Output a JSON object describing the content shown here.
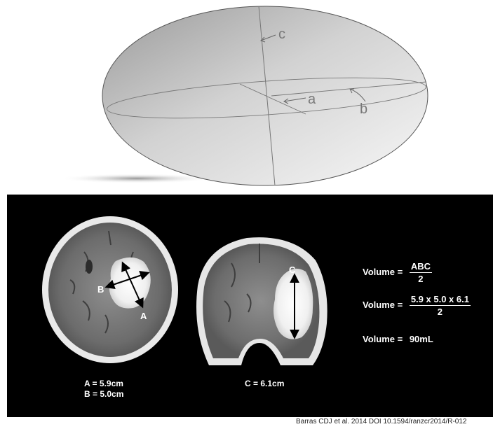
{
  "ellipsoid_labels": {
    "a": "a",
    "b": "b",
    "c": "c"
  },
  "scan_labels": {
    "A": "A",
    "B": "B",
    "C": "C"
  },
  "measurements": {
    "axial_A": "A = 5.9cm",
    "axial_B": "B = 5.0cm",
    "coronal_C": "C = 6.1cm"
  },
  "formulas": {
    "row1_label": "Volume =",
    "row1_num": "ABC",
    "row1_den": "2",
    "row2_label": "Volume =",
    "row2_num": "5.9 x 5.0 x 6.1",
    "row2_den": "2",
    "row3_label": "Volume =",
    "row3_value": "90mL"
  },
  "citation": "Barras CDJ et al.  2014  DOI  10.1594/ranzcr2014/R-012"
}
